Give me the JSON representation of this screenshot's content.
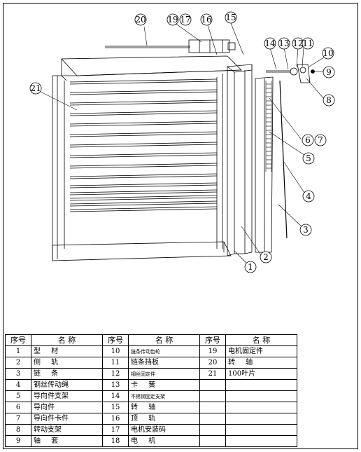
{
  "table": {
    "headers": {
      "no": "序号",
      "name": "名 称"
    },
    "columns": [
      [
        {
          "no": "1",
          "name": "型 材"
        },
        {
          "no": "2",
          "name": "侧 轨"
        },
        {
          "no": "3",
          "name": "链 条"
        },
        {
          "no": "4",
          "name": "钢丝传动绳"
        },
        {
          "no": "5",
          "name": "导向件支架"
        },
        {
          "no": "6",
          "name": "导向件"
        },
        {
          "no": "7",
          "name": "导向件卡件"
        },
        {
          "no": "8",
          "name": "转动支架"
        },
        {
          "no": "9",
          "name": "轴 套"
        }
      ],
      [
        {
          "no": "10",
          "name": "链条传动齿轮"
        },
        {
          "no": "11",
          "name": "链条挡板"
        },
        {
          "no": "12",
          "name": "钢丝固定件"
        },
        {
          "no": "13",
          "name": "卡 簧"
        },
        {
          "no": "14",
          "name": "不锈钢固定支架"
        },
        {
          "no": "15",
          "name": "转 轴"
        },
        {
          "no": "16",
          "name": "顶 轨"
        },
        {
          "no": "17",
          "name": "电机安装码"
        },
        {
          "no": "18",
          "name": "电 机"
        }
      ],
      [
        {
          "no": "19",
          "name": "电机固定件"
        },
        {
          "no": "20",
          "name": "转 轴"
        },
        {
          "no": "21",
          "name": "100叶片"
        },
        {
          "no": "",
          "name": ""
        },
        {
          "no": "",
          "name": ""
        },
        {
          "no": "",
          "name": ""
        },
        {
          "no": "",
          "name": ""
        },
        {
          "no": "",
          "name": ""
        },
        {
          "no": "",
          "name": ""
        }
      ]
    ]
  },
  "callouts": {
    "c1": "1",
    "c2": "2",
    "c3": "3",
    "c4": "4",
    "c5": "5",
    "c6_7": "6",
    "c7": "7",
    "c8": "8",
    "c9": "9",
    "c10": "10",
    "c11": "11",
    "c12": "12",
    "c13": "13",
    "c14": "14",
    "c15": "15",
    "c16": "16",
    "c19_17a": "19",
    "c19_17b": "17",
    "c20": "20",
    "c21": "21"
  }
}
